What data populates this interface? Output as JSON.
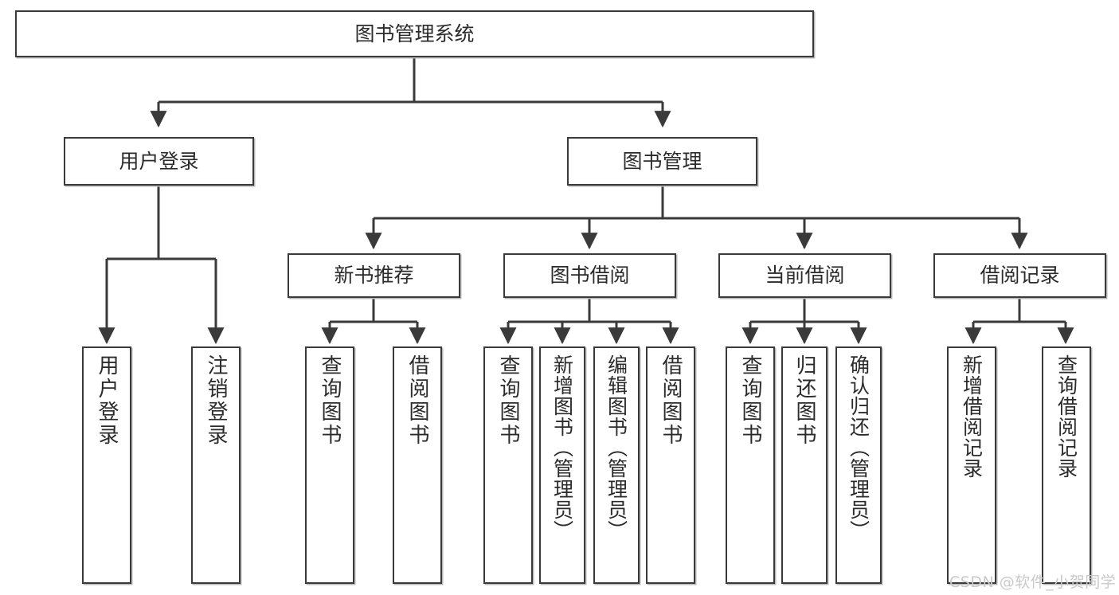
{
  "diagram": {
    "title": "图书管理系统",
    "type": "tree",
    "orientation": "top-down",
    "watermark": "CSDN @软件_小贺同学",
    "colors": {
      "node_border": "#3a3a3a",
      "node_fill": "#ffffff",
      "edge": "#3a3a3a",
      "text": "#2b2b2b",
      "watermark": "#c9c9c9",
      "background": "#ffffff"
    },
    "nodes": {
      "root": {
        "label": "图书管理系统"
      },
      "level1": [
        {
          "id": "user-login",
          "label": "用户登录"
        },
        {
          "id": "book-manage",
          "label": "图书管理"
        }
      ],
      "level2": [
        {
          "id": "new-book-recommend",
          "label": "新书推荐",
          "parent": "book-manage"
        },
        {
          "id": "book-borrow",
          "label": "图书借阅",
          "parent": "book-manage"
        },
        {
          "id": "current-borrow",
          "label": "当前借阅",
          "parent": "book-manage"
        },
        {
          "id": "borrow-record",
          "label": "借阅记录",
          "parent": "book-manage"
        }
      ],
      "leaves": [
        {
          "id": "leaf-user-login",
          "label": "用户登录",
          "parent": "user-login"
        },
        {
          "id": "leaf-user-logout",
          "label": "注销登录",
          "parent": "user-login"
        },
        {
          "id": "leaf-query-book-1",
          "label": "查询图书",
          "parent": "new-book-recommend"
        },
        {
          "id": "leaf-borrow-book-1",
          "label": "借阅图书",
          "parent": "new-book-recommend"
        },
        {
          "id": "leaf-query-book-2",
          "label": "查询图书",
          "parent": "book-borrow"
        },
        {
          "id": "leaf-add-book",
          "label": "新增图书（管理员）",
          "parent": "book-borrow"
        },
        {
          "id": "leaf-edit-book",
          "label": "编辑图书（管理员）",
          "parent": "book-borrow"
        },
        {
          "id": "leaf-borrow-book-2",
          "label": "借阅图书",
          "parent": "book-borrow"
        },
        {
          "id": "leaf-query-book-3",
          "label": "查询图书",
          "parent": "current-borrow"
        },
        {
          "id": "leaf-return-book",
          "label": "归还图书",
          "parent": "current-borrow"
        },
        {
          "id": "leaf-confirm-return",
          "label": "确认归还（管理员）",
          "parent": "current-borrow"
        },
        {
          "id": "leaf-add-record",
          "label": "新增借阅记录",
          "parent": "borrow-record"
        },
        {
          "id": "leaf-query-record",
          "label": "查询借阅记录",
          "parent": "borrow-record"
        }
      ]
    }
  }
}
